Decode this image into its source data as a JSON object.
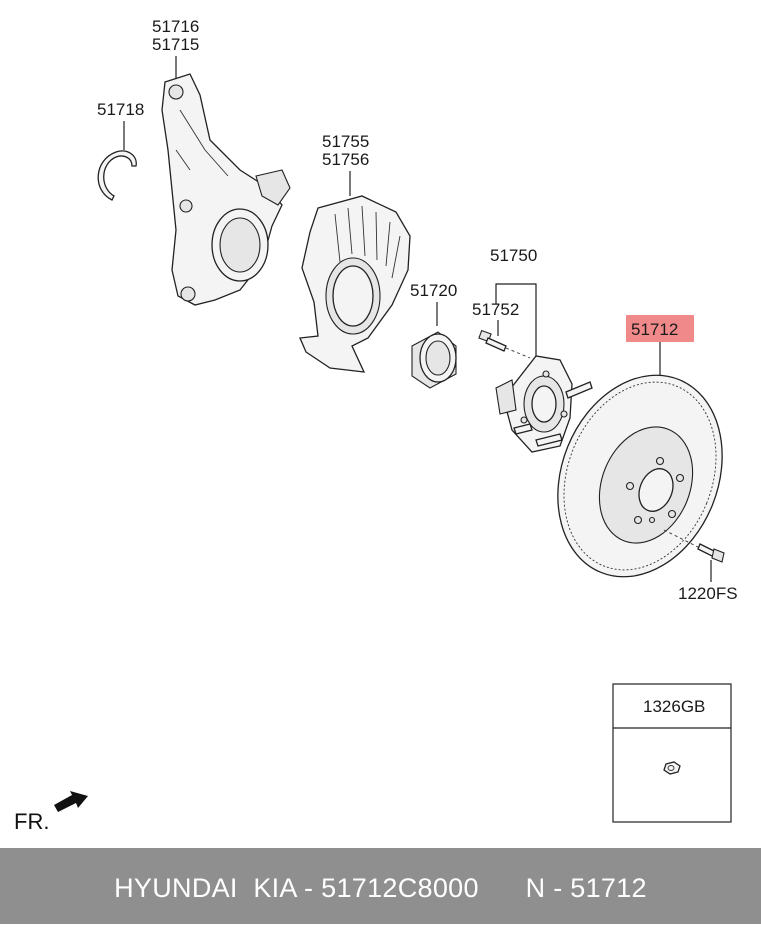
{
  "labels": {
    "knuckle_a": "51716",
    "knuckle_b": "51715",
    "snap_ring": "51718",
    "dust_cover_a": "51755",
    "dust_cover_b": "51756",
    "bearing": "51720",
    "hub_assy": "51750",
    "hub_bolt": "51752",
    "disc": "51712",
    "screw": "1220FS",
    "legend_part": "1326GB"
  },
  "front_marker": "FR.",
  "colors": {
    "highlight": "#f08a8a",
    "footer_bg": "#8f8f8f",
    "footer_text": "#ffffff"
  },
  "footer": {
    "text": "HYUNDAI  KIA - 51712C8000      N - 51712"
  }
}
